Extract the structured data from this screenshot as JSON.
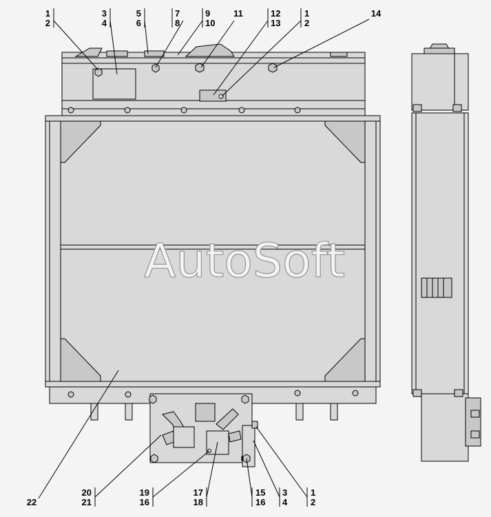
{
  "watermark": "AutoSoft",
  "callouts": [
    {
      "id": "c1",
      "top": "1",
      "bottom": "2"
    },
    {
      "id": "c2",
      "top": "3",
      "bottom": "4"
    },
    {
      "id": "c3",
      "top": "5",
      "bottom": "6"
    },
    {
      "id": "c4",
      "top": "7",
      "bottom": "8"
    },
    {
      "id": "c5",
      "top": "9",
      "bottom": "10"
    },
    {
      "id": "c6",
      "top": "11",
      "bottom": ""
    },
    {
      "id": "c7",
      "top": "12",
      "bottom": "13"
    },
    {
      "id": "c8",
      "top": "1",
      "bottom": "2"
    },
    {
      "id": "c9",
      "top": "14",
      "bottom": ""
    },
    {
      "id": "c10",
      "top": "22",
      "bottom": ""
    },
    {
      "id": "c11",
      "top": "20",
      "bottom": "21"
    },
    {
      "id": "c12",
      "top": "19",
      "bottom": "16"
    },
    {
      "id": "c13",
      "top": "17",
      "bottom": "18"
    },
    {
      "id": "c14",
      "top": "15",
      "bottom": "16"
    },
    {
      "id": "c15",
      "top": "3",
      "bottom": "4"
    },
    {
      "id": "c16",
      "top": "1",
      "bottom": "2"
    }
  ]
}
